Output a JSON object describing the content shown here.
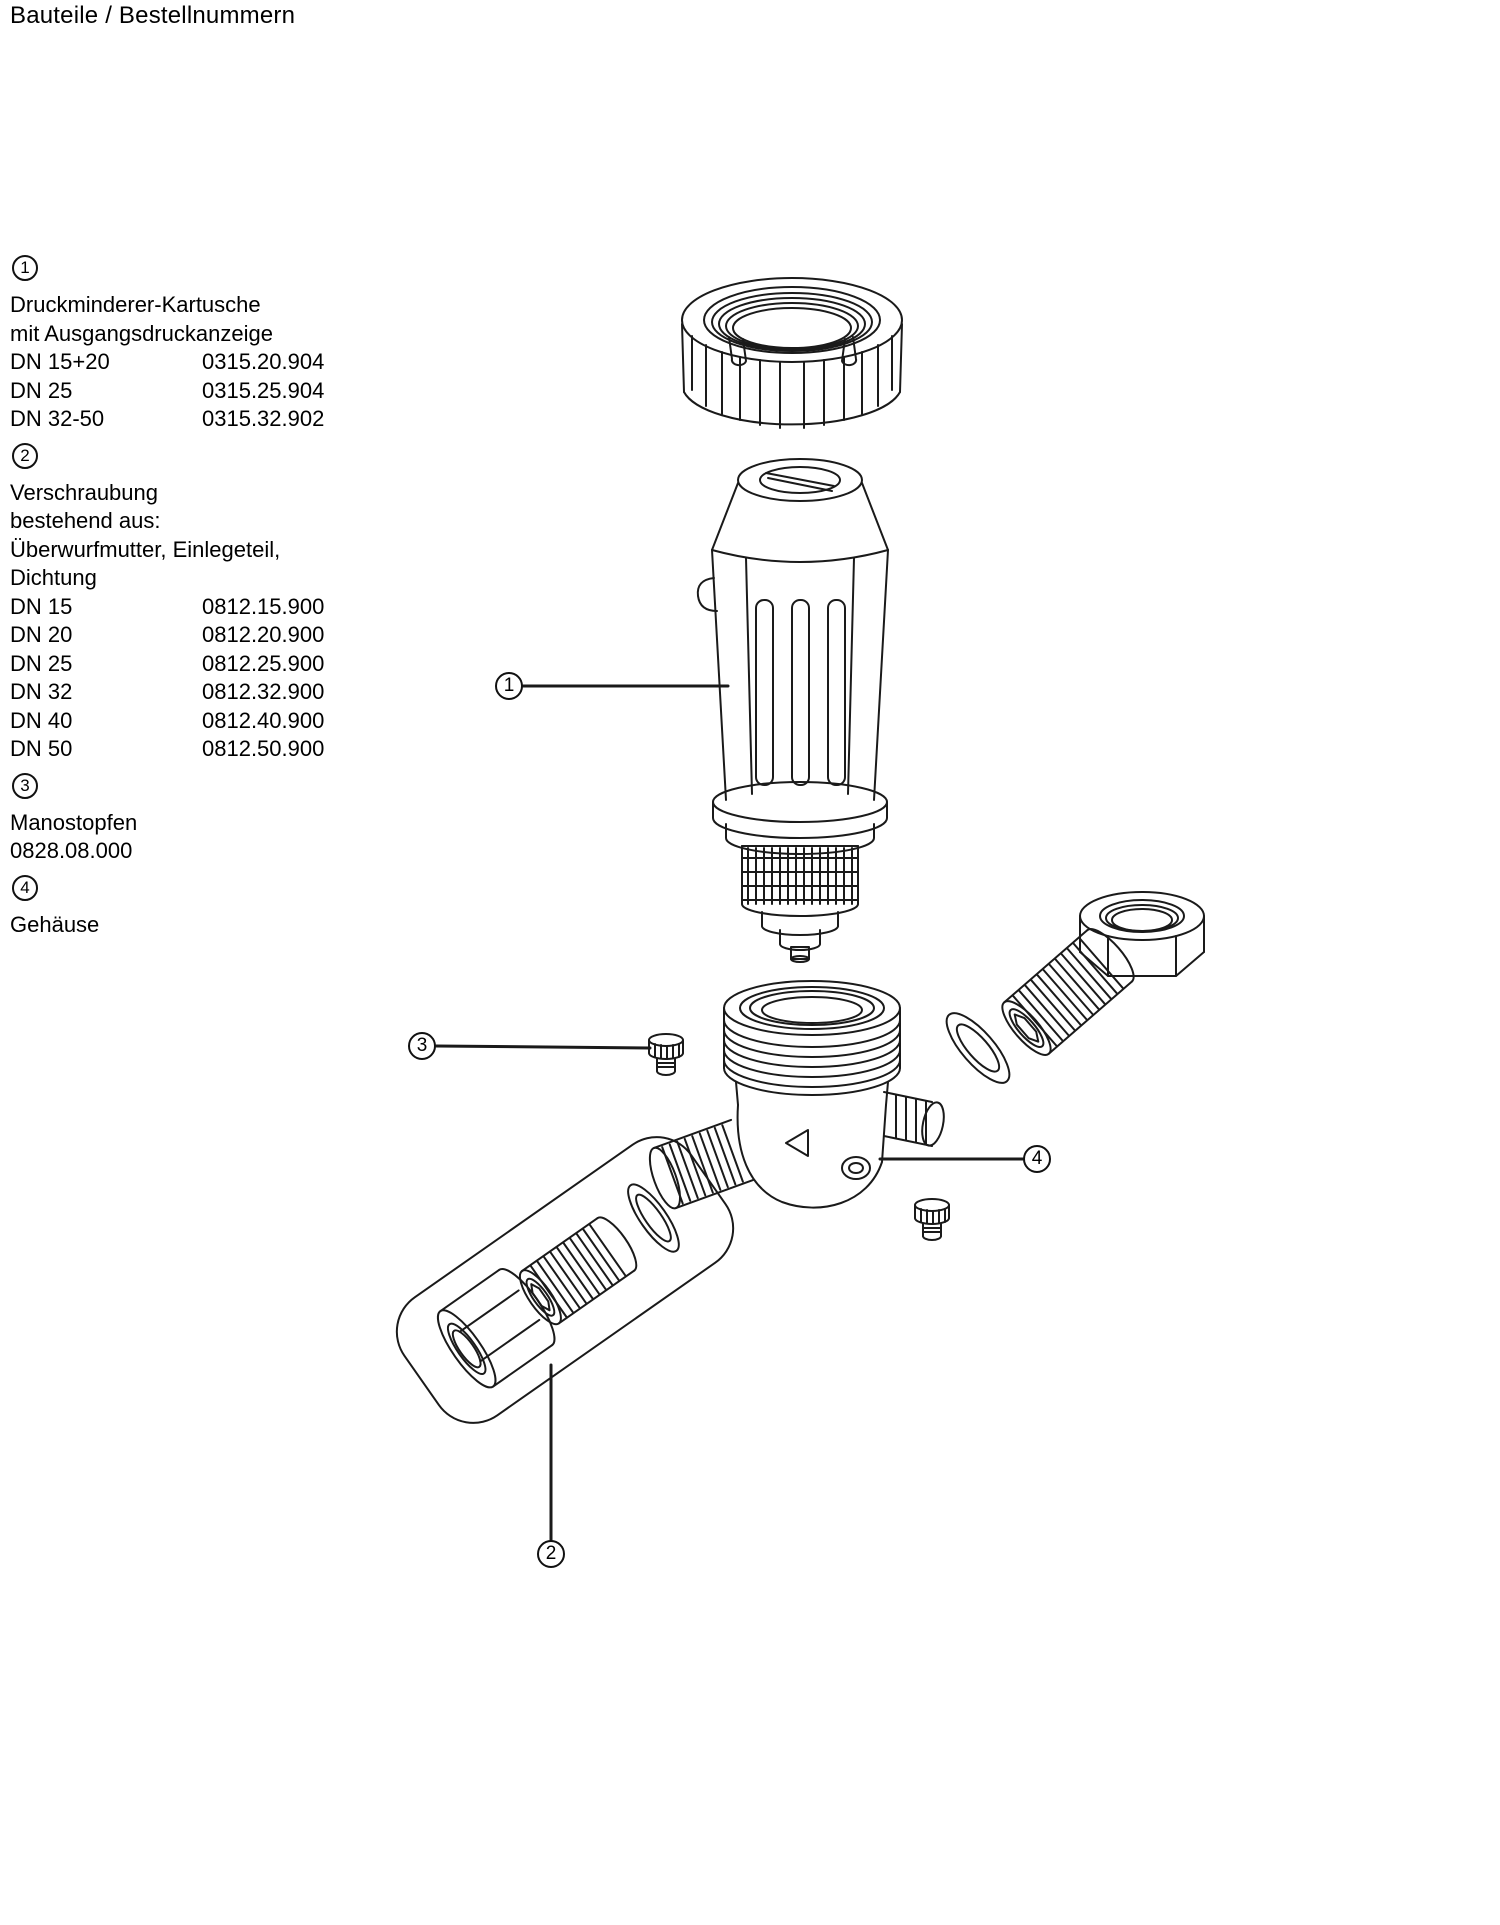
{
  "page": {
    "title": "Bauteile / Bestellnummern"
  },
  "parts": [
    {
      "number": "1",
      "lines": [
        "Druckminderer-Kartusche",
        "mit Ausgangsdruckanzeige"
      ],
      "rows": [
        {
          "label": "DN 15+20",
          "value": "0315.20.904"
        },
        {
          "label": "DN 25",
          "value": "0315.25.904"
        },
        {
          "label": "DN 32-50",
          "value": "0315.32.902"
        }
      ]
    },
    {
      "number": "2",
      "lines": [
        "Verschraubung",
        "bestehend aus:",
        "Überwurfmutter, Einlegeteil,",
        "Dichtung"
      ],
      "rows": [
        {
          "label": "DN 15",
          "value": "0812.15.900"
        },
        {
          "label": "DN 20",
          "value": "0812.20.900"
        },
        {
          "label": "DN 25",
          "value": "0812.25.900"
        },
        {
          "label": "DN 32",
          "value": "0812.32.900"
        },
        {
          "label": "DN 40",
          "value": "0812.40.900"
        },
        {
          "label": "DN 50",
          "value": "0812.50.900"
        }
      ]
    },
    {
      "number": "3",
      "lines": [
        "Manostopfen",
        "0828.08.000"
      ],
      "rows": []
    },
    {
      "number": "4",
      "lines": [
        "Gehäuse"
      ],
      "rows": []
    }
  ],
  "callouts": [
    {
      "label": "1"
    },
    {
      "label": "2"
    },
    {
      "label": "3"
    },
    {
      "label": "4"
    }
  ],
  "diagram": {
    "line_color": "#1a1a1a"
  }
}
